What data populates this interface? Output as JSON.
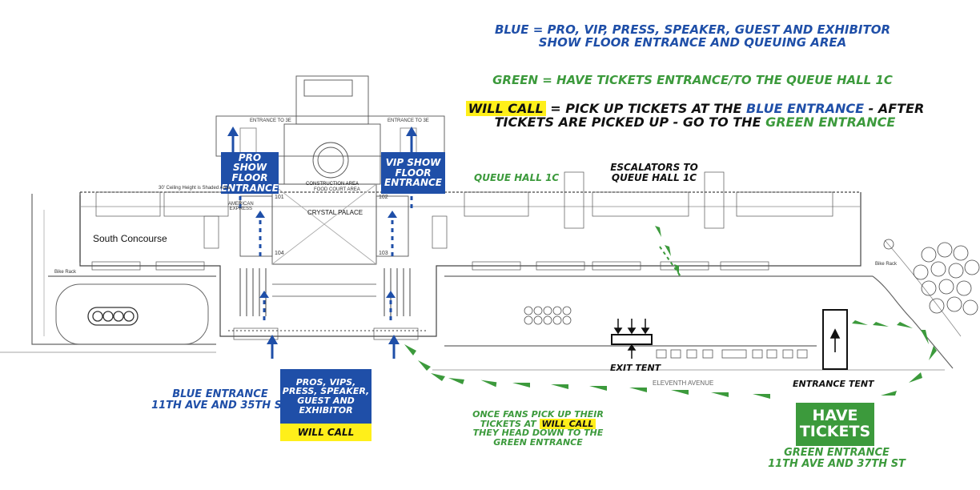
{
  "colors": {
    "blue": "#1f4fa8",
    "green": "#3c9a3c",
    "yellow": "#ffef1a",
    "line": "#555555"
  },
  "legend": {
    "blue_line1": "BLUE = PRO, VIP, PRESS, SPEAKER, GUEST AND EXHIBITOR",
    "blue_line2": "SHOW FLOOR ENTRANCE AND QUEUING AREA",
    "green_line": "GREEN = HAVE TICKETS ENTRANCE/TO THE QUEUE HALL 1C",
    "willcall_term": "WILL CALL",
    "willcall_text_a": " = PICK UP TICKETS AT THE ",
    "willcall_blue_entrance": "BLUE ENTRANCE",
    "willcall_text_b": " - AFTER",
    "willcall_line2_a": "TICKETS ARE PICKED UP - GO TO THE ",
    "willcall_green_entrance": "GREEN ENTRANCE"
  },
  "areas": {
    "pro_show_floor": [
      "PRO SHOW",
      "FLOOR",
      "ENTRANCE"
    ],
    "vip_show_floor": [
      "VIP SHOW",
      "FLOOR",
      "ENTRANCE"
    ],
    "queue_hall": "QUEUE HALL 1C",
    "escalators": [
      "ESCALATORS TO",
      "QUEUE HALL 1C"
    ],
    "south_concourse": "South Concourse",
    "crystal_palace": "CRYSTAL PALACE",
    "construction_area": "CONSTRUCTION AREA",
    "food_court_area": "FOOD COURT AREA",
    "eleventh_avenue": "ELEVENTH AVENUE",
    "american_express": [
      "AMERICAN",
      "EXPRESS"
    ],
    "ceiling_note": "30' Ceiling Height is Shaded Area",
    "bike_rack_left": "Bike Rack",
    "bike_rack_right": "Bike Rack",
    "entrance_to_3e_left": "ENTRANCE TO 3E",
    "entrance_to_3e_right": "ENTRANCE TO 3E",
    "room_101": "101",
    "room_102": "102",
    "room_103": "103",
    "room_104": "104"
  },
  "blue_entrance": {
    "line1": "BLUE ENTRANCE",
    "line2": "11TH AVE AND 35TH ST"
  },
  "blue_box": {
    "lines": [
      "PROS, VIPS,",
      "PRESS, SPEAKER,",
      "GUEST AND",
      "EXHIBITOR"
    ],
    "will_call": "WILL CALL"
  },
  "fans_note": {
    "line1": "ONCE FANS PICK UP THEIR",
    "line2_a": "TICKETS AT ",
    "line2_willcall": "WILL CALL",
    "line3": "THEY HEAD DOWN TO THE",
    "line4": "GREEN ENTRANCE"
  },
  "exit_tent": "EXIT TENT",
  "entrance_tent": "ENTRANCE TENT",
  "have_tickets": [
    "HAVE",
    "TICKETS"
  ],
  "green_entrance": {
    "line1": "GREEN ENTRANCE",
    "line2": "11TH AVE AND 37TH ST"
  }
}
